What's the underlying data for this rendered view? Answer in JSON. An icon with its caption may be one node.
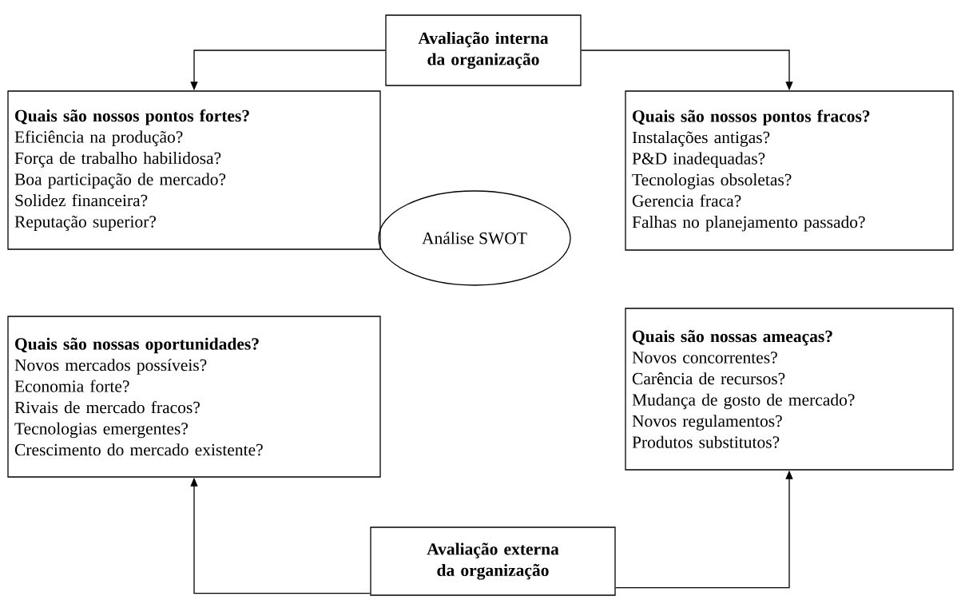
{
  "diagram": {
    "nodes": [
      {
        "text": [
          "Avaliação interna da organização"
        ]
      },
      {
        "text": [
          "Quais são nossos pontos fortes?",
          "Eficiência na produção?",
          "Força de trabalho habilidosa?",
          "Boa participação de mercado?",
          "Solidez financeira?",
          "Reputação superior?"
        ]
      },
      {
        "text": [
          "Quais são nossos pontos fracos?",
          "Instalações antigas?",
          "P&D inadequadas?",
          "Tecnologias obsoletas?",
          "Gerencia fraca?",
          "Falhas no planejamento passado?"
        ]
      },
      {
        "text": [
          "Análise SWOT"
        ]
      },
      {
        "text": [
          "Quais são nossas oportunidades?",
          "Novos mercados possíveis?",
          "Economia forte?",
          "Rivais de mercado fracos?",
          "Tecnologias emergentes?",
          "Crescimento do mercado existente?"
        ]
      },
      {
        "text": [
          "Quais são nossas ameaças?",
          "Novos concorrentes?",
          "Carência de recursos?",
          "Mudança de gosto de mercado?",
          "Novos regulamentos?",
          "Produtos substitutos?"
        ]
      },
      {
        "text": [
          "Avaliação externa da organização"
        ]
      }
    ],
    "edges": [
      {
        "from": 0,
        "to": 1,
        "arrow": "to"
      },
      {
        "from": 0,
        "to": 2,
        "arrow": "to"
      },
      {
        "from": 6,
        "to": 4,
        "arrow": "to"
      },
      {
        "from": 6,
        "to": 5,
        "arrow": "to"
      }
    ]
  }
}
